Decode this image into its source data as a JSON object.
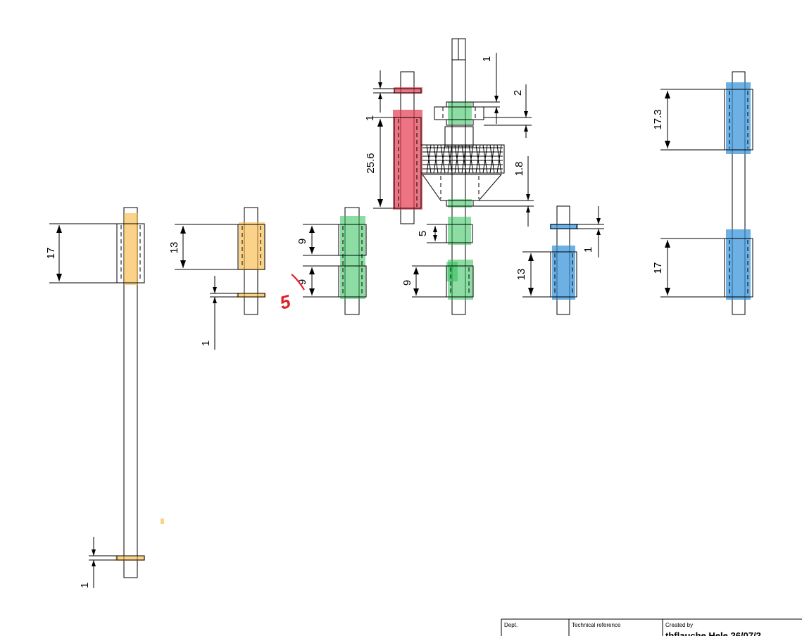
{
  "drawing": {
    "dimensions": {
      "shaft1_bearing": "17",
      "shaft1_ring": "1",
      "shaft2_bearing": "13",
      "shaft2_ring": "1",
      "shaft3_upper": "9",
      "shaft3_lower": "9",
      "shaft3_handwritten": "5",
      "red_top": "1",
      "red_main": "25.6",
      "center_top": "1",
      "center_flange": "2",
      "center_gear": "1.8",
      "center_mid": "5",
      "center_low": "9",
      "blue_ring": "1",
      "blue_bearing": "13",
      "right_upper": "17.3",
      "right_lower": "17"
    },
    "highlight_colors": {
      "orange": "#f6b43c",
      "green": "#2fbf5a",
      "red": "#e53b4e",
      "blue": "#2f8fd8",
      "annotation": "#e0202a"
    }
  },
  "title_block": {
    "dept_label": "Dept.",
    "tech_ref_label": "Technical reference",
    "created_by_label": "Created by",
    "created_by_value": "thflauche Hele 26/07/2"
  }
}
